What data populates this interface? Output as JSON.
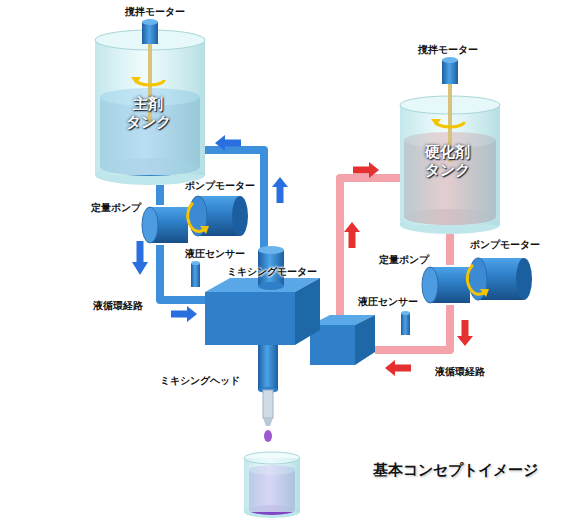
{
  "diagram": {
    "caption": "基本コンセプトイメージ",
    "nodes": [
      {
        "text": [
          "主剤 タンク"
        ]
      },
      {
        "text": [
          "硬化剤 タンク"
        ]
      },
      {
        "text": [
          "定量ポンプ"
        ]
      },
      {
        "text": [
          "定量ポンプ"
        ]
      },
      {
        "text": [
          "ミキシングモーター",
          "ミキシングヘッド"
        ]
      }
    ],
    "edges": [
      {
        "from": 0,
        "to": 2,
        "arrow": "none"
      },
      {
        "from": 2,
        "to": 4,
        "arrow": "none"
      },
      {
        "from": 4,
        "to": 0,
        "arrow": "none"
      },
      {
        "from": 1,
        "to": 3,
        "arrow": "none"
      },
      {
        "from": 3,
        "to": 4,
        "arrow": "none"
      },
      {
        "from": 4,
        "to": 1,
        "arrow": "none"
      }
    ],
    "labels": [
      "撹拌モーター",
      "撹拌モーター",
      "ポンプモーター",
      "ポンプモーター",
      "液圧センサー",
      "液圧センサー",
      "液循環経路",
      "液循環経路"
    ]
  }
}
